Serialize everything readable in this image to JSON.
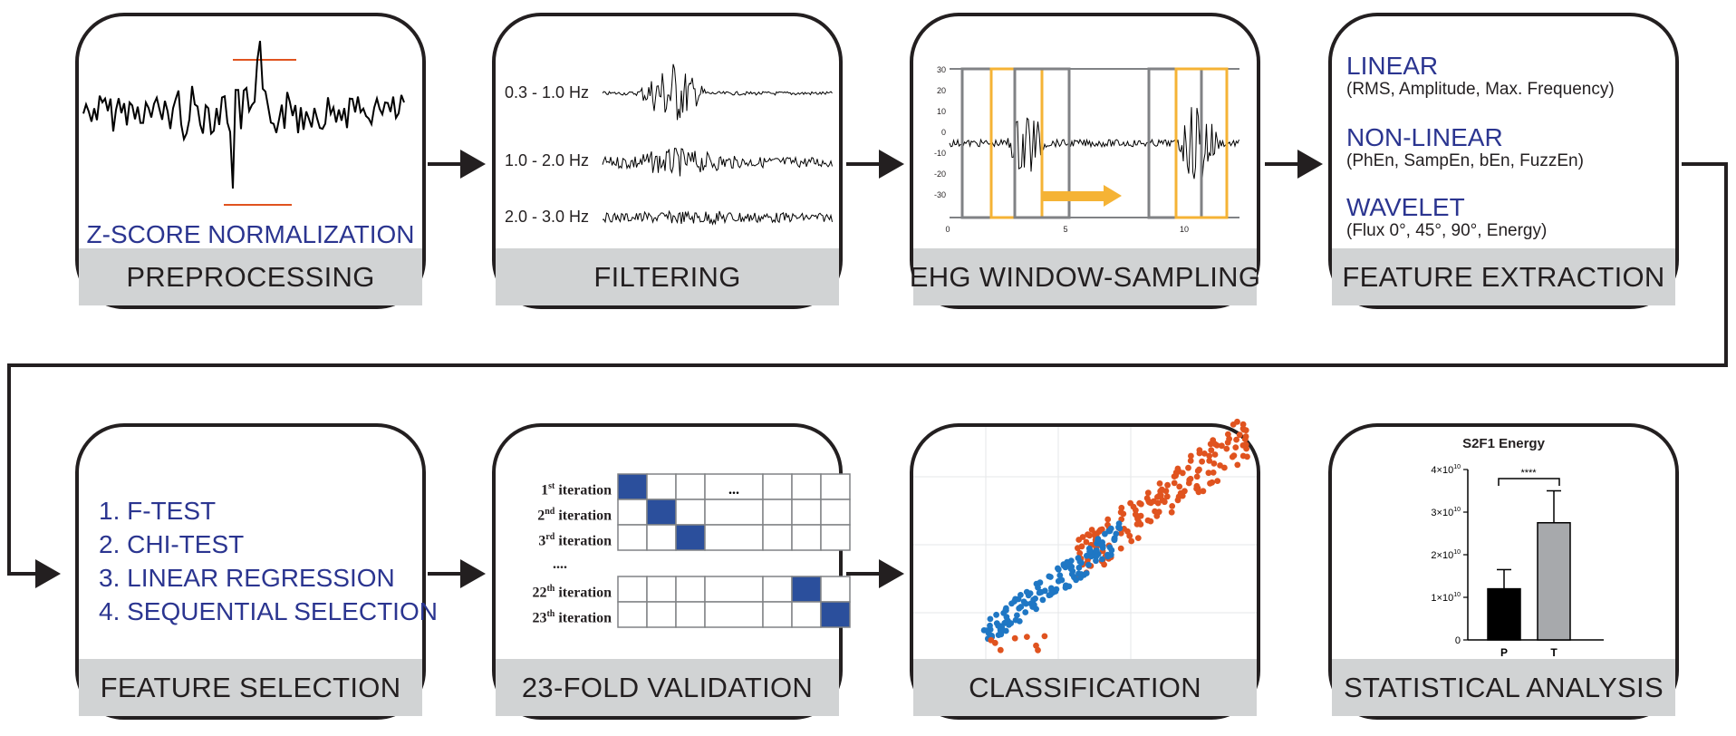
{
  "stages": {
    "preprocessing": {
      "title": "PREPROCESSING",
      "label": "Z-SCORE NORMALIZATION"
    },
    "filtering": {
      "title": "FILTERING",
      "bands": [
        "0.3 - 1.0 Hz",
        "1.0 - 2.0 Hz",
        "2.0 - 3.0 Hz"
      ]
    },
    "windowing": {
      "title": "EHG WINDOW-SAMPLING",
      "y_ticks": [
        "30",
        "20",
        "10",
        "0",
        "-10",
        "-20",
        "-30"
      ],
      "x_ticks": [
        "0",
        "5",
        "10"
      ]
    },
    "feature_extraction": {
      "title": "FEATURE EXTRACTION",
      "groups": [
        {
          "name": "LINEAR",
          "items": "(RMS, Amplitude, Max. Frequency)"
        },
        {
          "name": "NON-LINEAR",
          "items": "(PhEn, SampEn, bEn, FuzzEn)"
        },
        {
          "name": "WAVELET",
          "items": "(Flux 0°, 45°, 90°, Energy)"
        }
      ]
    },
    "feature_selection": {
      "title": "FEATURE SELECTION",
      "methods": [
        "1. F-TEST",
        "2. CHI-TEST",
        "3. LINEAR REGRESSION",
        "4. SEQUENTIAL SELECTION"
      ]
    },
    "validation": {
      "title": "23-FOLD VALIDATION",
      "iterations": [
        {
          "num": "1",
          "suffix": "st",
          "word": "iteration",
          "active_col": 0
        },
        {
          "num": "2",
          "suffix": "nd",
          "word": "iteration",
          "active_col": 1
        },
        {
          "num": "3",
          "suffix": "rd",
          "word": "iteration",
          "active_col": 2
        },
        {
          "num": "22",
          "suffix": "th",
          "word": "iteration",
          "active_col": 5
        },
        {
          "num": "23",
          "suffix": "th",
          "word": "iteration",
          "active_col": 6
        }
      ],
      "ellipsis_top": "...",
      "ellipsis_mid": "...."
    },
    "classification": {
      "title": "CLASSIFICATION"
    },
    "statistical_analysis": {
      "title": "STATISTICAL ANALYSIS",
      "significance": "****"
    }
  },
  "colors": {
    "accent_text": "#2b3590",
    "window_orange": "#f5b335",
    "class_orange": "#e0531f",
    "class_blue": "#1f77c4",
    "cell_blue": "#2b4f9c",
    "footer_gray": "#d1d3d4",
    "bar_T": "#a7a9ac"
  },
  "chart_data": {
    "type": "bar",
    "title": "S2F1 Energy",
    "categories": [
      "P",
      "T"
    ],
    "values": [
      12000000000.0,
      27500000000.0
    ],
    "errors": [
      4500000000.0,
      7500000000.0
    ],
    "y_ticks": [
      "0",
      "1×10",
      "2×10",
      "3×10",
      "4×10"
    ],
    "y_tick_exponent": "10",
    "ylim": [
      0,
      40000000000.0
    ],
    "xlabel": "",
    "ylabel": ""
  }
}
